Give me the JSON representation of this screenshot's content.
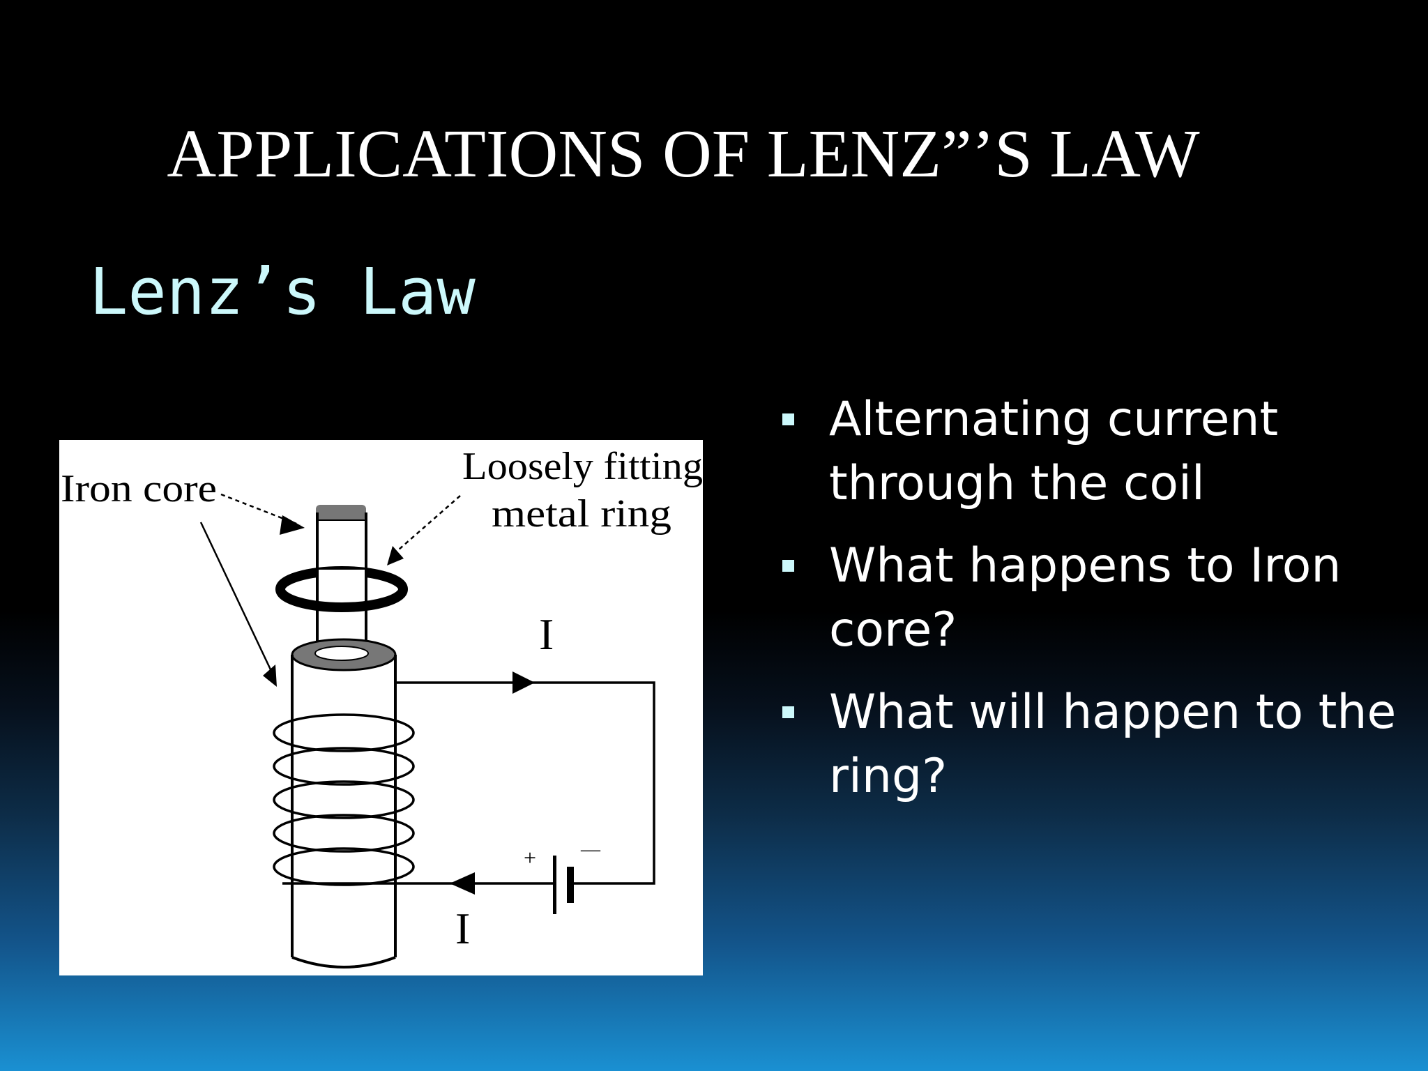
{
  "slide": {
    "title": "APPLICATIONS OF LENZ”’S LAW",
    "subtitle": "Lenz’s Law",
    "diagram": {
      "labels": {
        "iron_core": "Iron core",
        "ring_line1": "Loosely fitting",
        "ring_line2": "metal ring",
        "current_top": "I",
        "current_bottom": "I",
        "battery_plus": "+",
        "battery_minus": "—"
      }
    },
    "bullets": [
      "Alternating current through the coil",
      "What happens to Iron core?",
      "What will happen to the ring?"
    ]
  },
  "colors": {
    "title": "#ffffff",
    "subtitle": "#ccf8fb",
    "bullet_marker": "#ccf8fb",
    "bullet_text": "#ffffff"
  }
}
